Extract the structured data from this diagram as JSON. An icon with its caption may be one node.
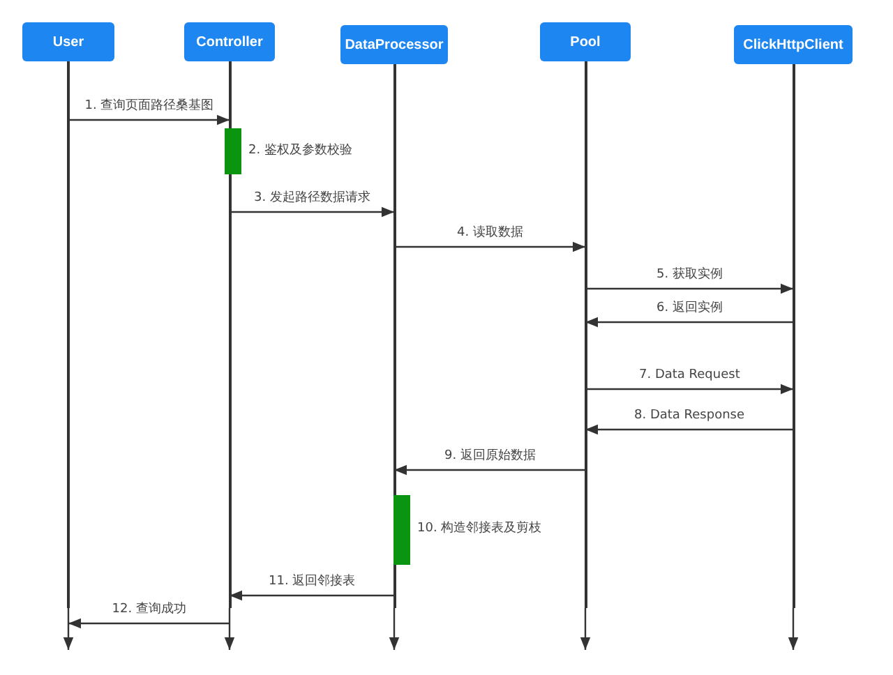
{
  "diagram": {
    "nodes": [
      {
        "text": [
          "User"
        ]
      },
      {
        "text": [
          "Controller"
        ]
      },
      {
        "text": [
          "DataProcessor"
        ]
      },
      {
        "text": [
          "Pool"
        ]
      },
      {
        "text": [
          "ClickHttpClient"
        ]
      },
      {
        "text": [],
        "shape": "bar",
        "beside": [
          "2. 鉴权及参数校验"
        ]
      },
      {
        "text": [],
        "shape": "bar",
        "beside": [
          "10. 构造邻接表及剪枝"
        ]
      },
      {
        "text": [],
        "shape": "line"
      },
      {
        "text": [],
        "shape": "line"
      },
      {
        "text": [],
        "shape": "line"
      },
      {
        "text": [],
        "shape": "line"
      },
      {
        "text": [],
        "shape": "line"
      }
    ],
    "edges": [
      {
        "from": 7,
        "to": null,
        "arrow": "to"
      },
      {
        "from": 8,
        "to": null,
        "arrow": "to"
      },
      {
        "from": 9,
        "to": null,
        "arrow": "to"
      },
      {
        "from": 10,
        "to": null,
        "arrow": "to"
      },
      {
        "from": 11,
        "to": null,
        "arrow": "to"
      },
      {
        "from": 7,
        "to": 8,
        "arrow": "to",
        "label": "1. 查询页面路径桑基图"
      },
      {
        "from": 8,
        "to": 9,
        "arrow": "to",
        "label": "3. 发起路径数据请求"
      },
      {
        "from": 9,
        "to": 10,
        "arrow": "to",
        "label": "4. 读取数据"
      },
      {
        "from": 10,
        "to": 11,
        "arrow": "to",
        "label": "5. 获取实例"
      },
      {
        "from": 11,
        "to": 10,
        "arrow": "to",
        "label": "6. 返回实例"
      },
      {
        "from": 10,
        "to": 11,
        "arrow": "to",
        "label": "7. Data Request"
      },
      {
        "from": 11,
        "to": 10,
        "arrow": "to",
        "label": "8. Data Response"
      },
      {
        "from": 10,
        "to": 9,
        "arrow": "to",
        "label": "9. 返回原始数据"
      },
      {
        "from": 9,
        "to": 8,
        "arrow": "to",
        "label": "11. 返回邻接表"
      },
      {
        "from": 8,
        "to": 7,
        "arrow": "to",
        "label": "12. 查询成功"
      }
    ]
  }
}
